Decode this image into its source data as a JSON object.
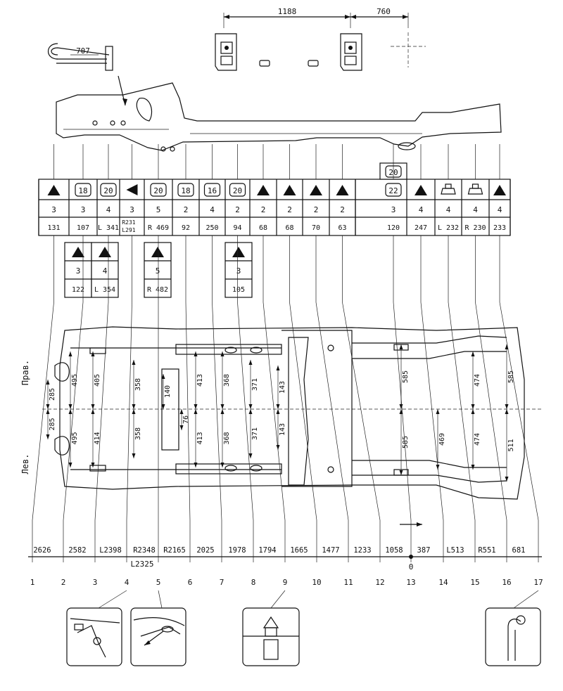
{
  "top_dims": {
    "a": "1188",
    "b": "760",
    "bar": "707"
  },
  "table": {
    "symbols": [
      "tri",
      "b18",
      "b20",
      "ltri",
      "b20",
      "b18",
      "b16",
      "b20",
      "tri",
      "tri",
      "tri",
      "tri",
      "b22",
      "tri",
      "pad",
      "pad",
      "tri"
    ],
    "extra_top": "20",
    "qty": [
      "3",
      "3",
      "4",
      "3",
      "5",
      "2",
      "4",
      "2",
      "2",
      "2",
      "2",
      "2",
      "3",
      "4",
      "4",
      "4",
      "4"
    ],
    "dim": [
      "131",
      "107",
      "L 341",
      "",
      "R 469",
      "92",
      "250",
      "94",
      "68",
      "68",
      "70",
      "63",
      "120",
      "247",
      "L 232",
      "R 230",
      "233"
    ],
    "dim_split_a": "R231",
    "dim_split_b": "L291"
  },
  "sub_tables": [
    {
      "qty": "3",
      "dim": "122"
    },
    {
      "qty": "4",
      "dim": "L 354"
    },
    {
      "qty": "5",
      "dim": "R 482"
    },
    {
      "qty": "3",
      "dim": "105"
    }
  ],
  "side_labels": {
    "right": "Прав.",
    "left": "Лев."
  },
  "plan_dims": [
    "285",
    "285",
    "495",
    "495",
    "405",
    "414",
    "358",
    "358",
    "140",
    "76",
    "413",
    "413",
    "368",
    "368",
    "371",
    "371",
    "143",
    "143",
    "585",
    "585",
    "469",
    "474",
    "474",
    "585",
    "511"
  ],
  "scale": [
    "2626",
    "2582",
    "L2398",
    "R2348",
    "R2165",
    "2025",
    "1978",
    "1794",
    "1665",
    "1477",
    "1233",
    "1058",
    "387",
    "L513",
    "R551",
    "681"
  ],
  "scale_extra": "L2325",
  "zero": "0",
  "stations": [
    "1",
    "2",
    "3",
    "4",
    "5",
    "6",
    "7",
    "8",
    "9",
    "10",
    "11",
    "12",
    "13",
    "14",
    "15",
    "16",
    "17"
  ]
}
